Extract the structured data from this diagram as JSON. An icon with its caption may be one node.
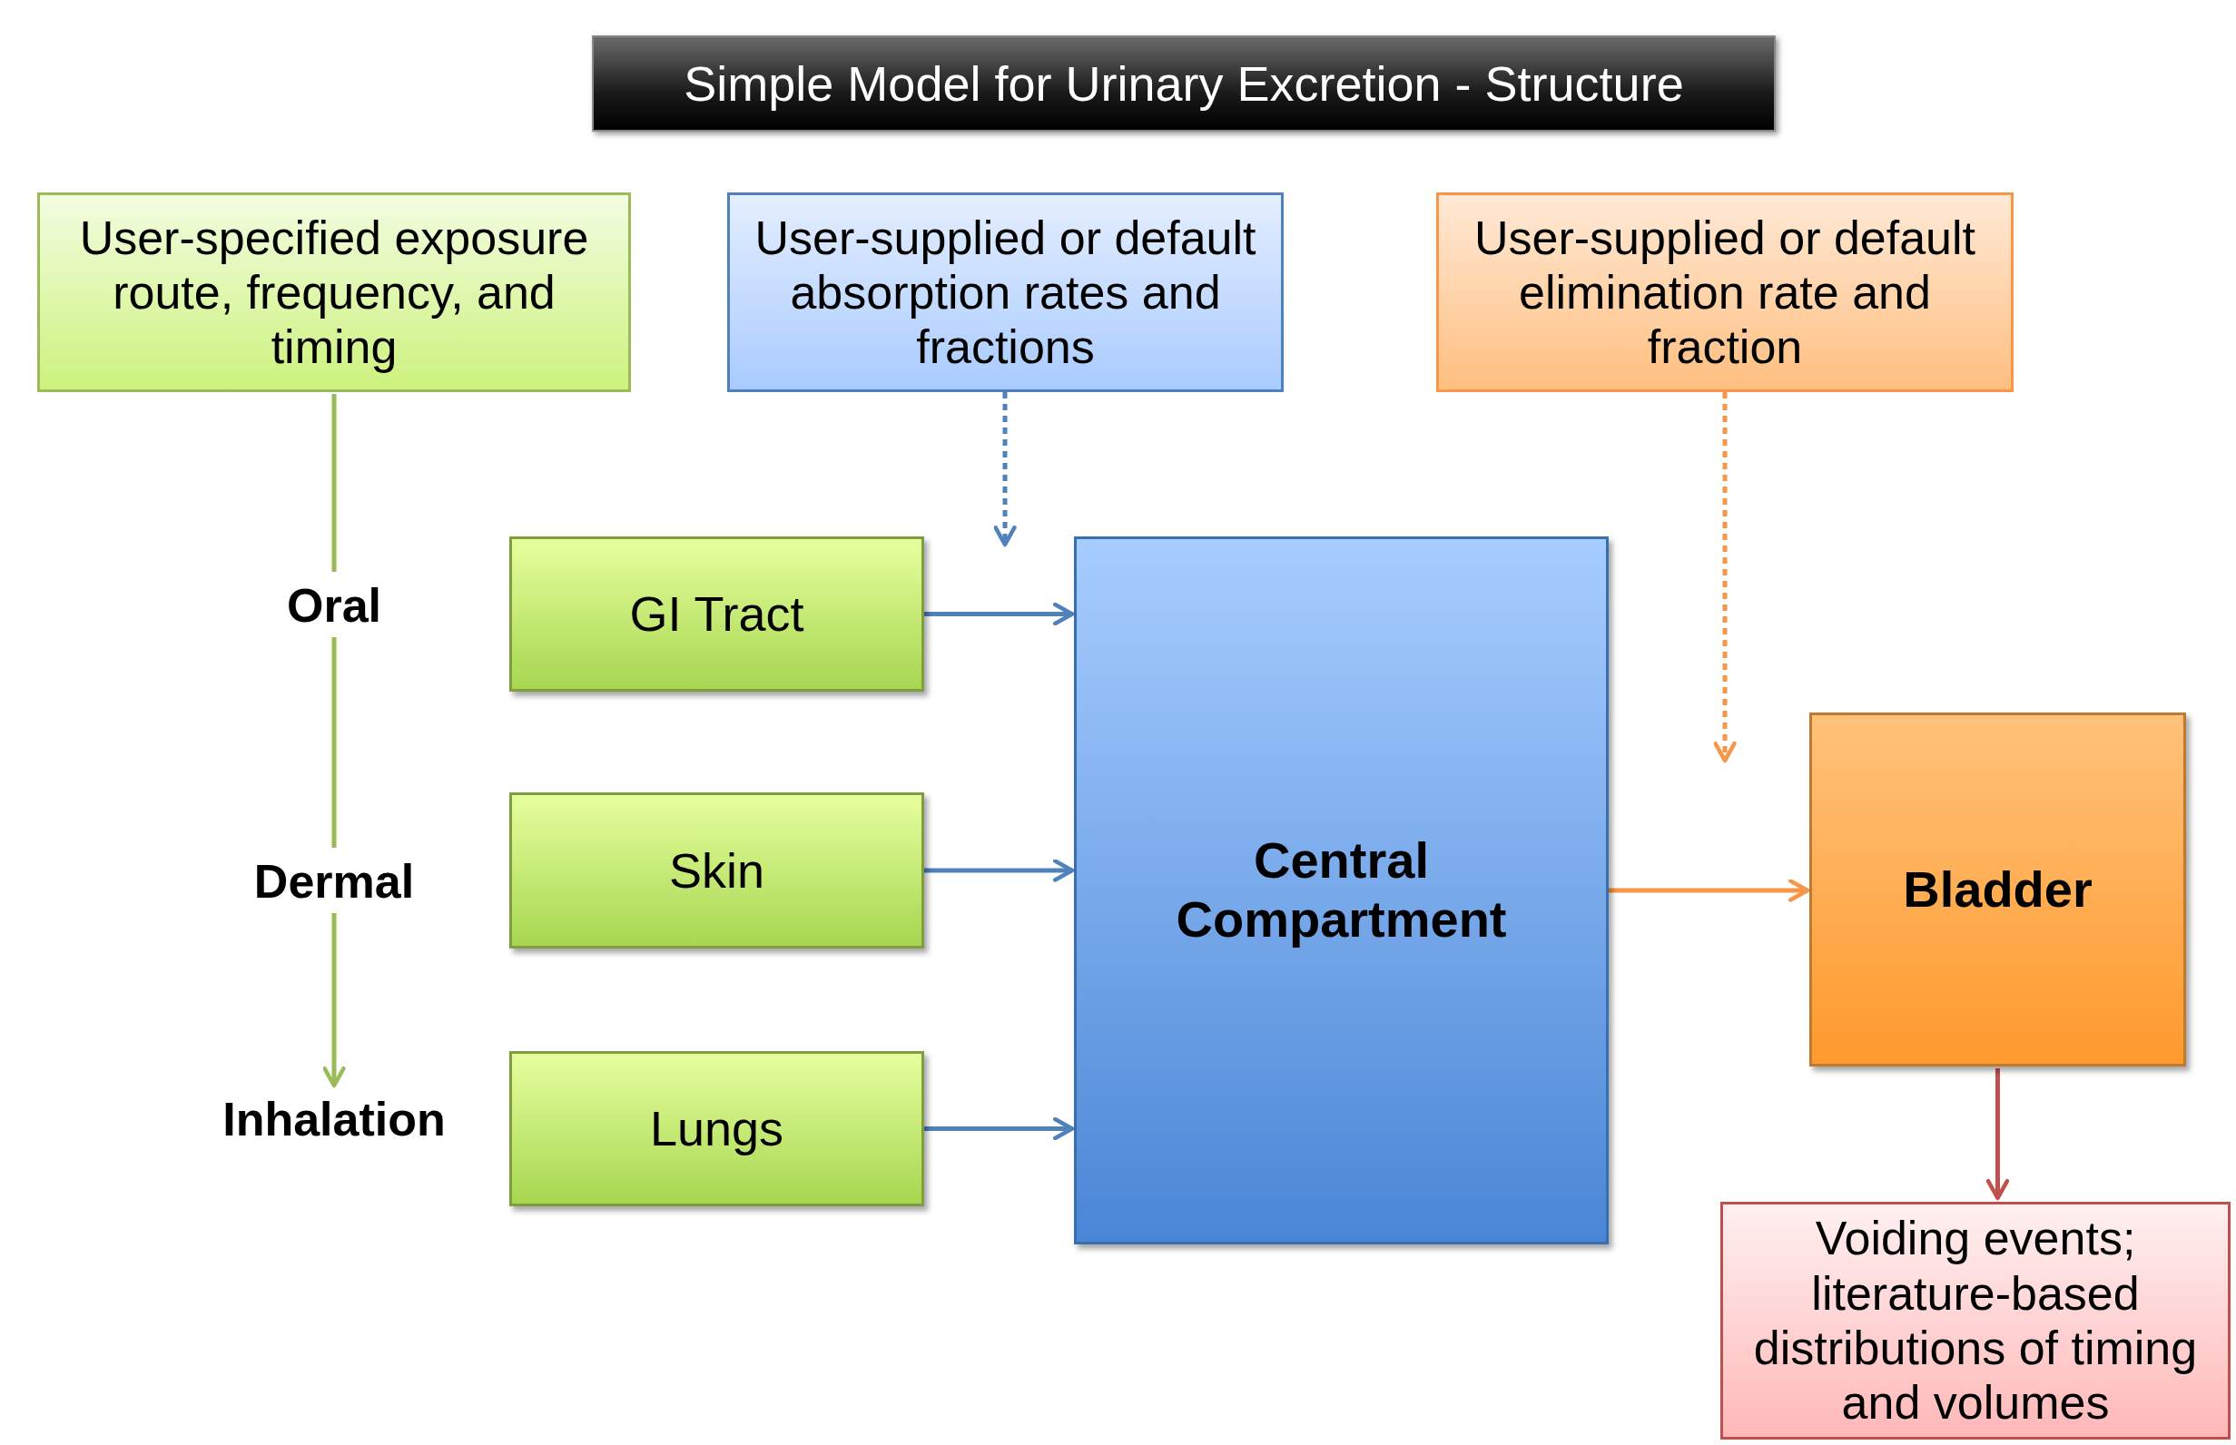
{
  "diagram": {
    "title": "Simple Model for Urinary Excretion - Structure",
    "nodes": [
      {
        "text": [
          "User-specified exposure route, frequency, and timing"
        ]
      },
      {
        "text": [
          "User-supplied or default absorption rates and fractions"
        ]
      },
      {
        "text": [
          "User-supplied or default elimination rate and fraction"
        ]
      },
      {
        "text": [
          "Oral"
        ]
      },
      {
        "text": [
          "Dermal"
        ]
      },
      {
        "text": [
          "Inhalation"
        ]
      },
      {
        "text": [
          "GI Tract"
        ]
      },
      {
        "text": [
          "Skin"
        ]
      },
      {
        "text": [
          "Lungs"
        ]
      },
      {
        "text": [
          "Central Compartment"
        ]
      },
      {
        "text": [
          "Bladder"
        ]
      },
      {
        "text": [
          "Voiding events; literature-based distributions of timing and volumes"
        ]
      }
    ],
    "edges": [
      {
        "from": 0,
        "to": 3,
        "arrow": "none",
        "color": "#9bbb59"
      },
      {
        "from": 3,
        "to": 4,
        "arrow": "none",
        "color": "#9bbb59"
      },
      {
        "from": 4,
        "to": 5,
        "arrow": "to",
        "color": "#9bbb59"
      },
      {
        "from": 1,
        "to": null,
        "arrow": "to",
        "style": "dashed"
      },
      {
        "from": 2,
        "to": null,
        "arrow": "to",
        "style": "dashed",
        "color": "#f79646"
      },
      {
        "from": 6,
        "to": 9,
        "arrow": "to"
      },
      {
        "from": 7,
        "to": 9,
        "arrow": "to"
      },
      {
        "from": 8,
        "to": 9,
        "arrow": "to"
      },
      {
        "from": 9,
        "to": 10,
        "arrow": "to",
        "color": "#f79646"
      },
      {
        "from": 10,
        "to": 11,
        "arrow": "to",
        "color": "#c0504d"
      }
    ]
  }
}
